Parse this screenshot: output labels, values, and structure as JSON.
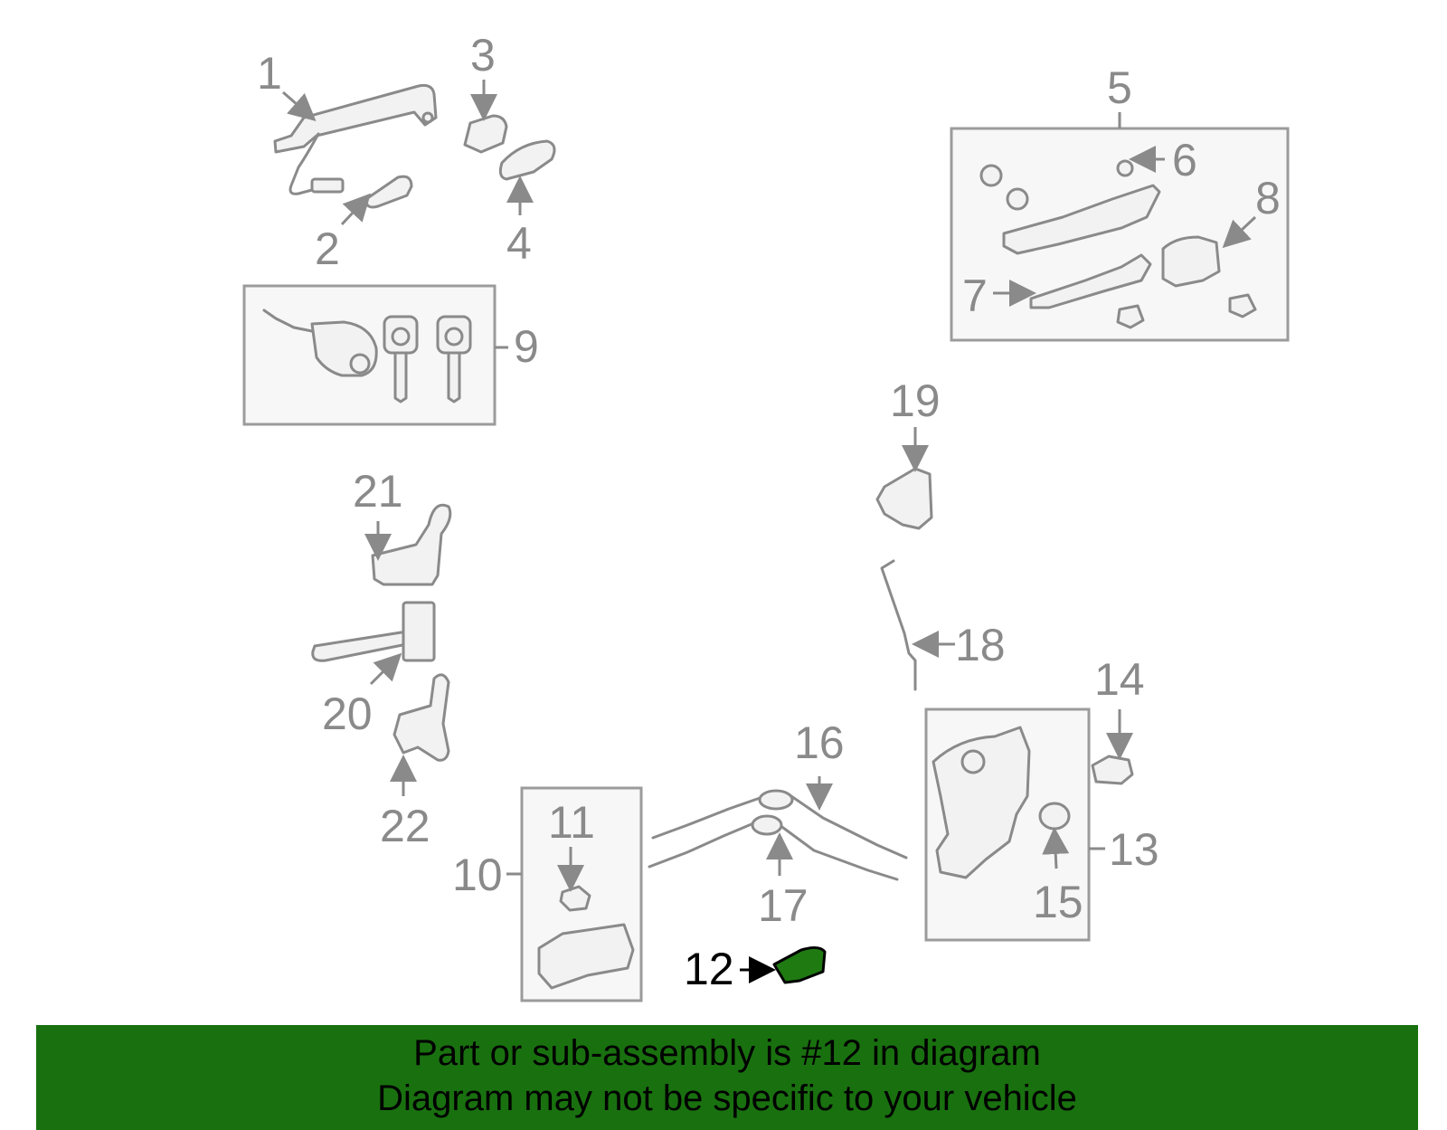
{
  "callouts": {
    "n1": "1",
    "n2": "2",
    "n3": "3",
    "n4": "4",
    "n5": "5",
    "n6": "6",
    "n7": "7",
    "n8": "8",
    "n9": "9",
    "n10": "10",
    "n11": "11",
    "n12": "12",
    "n13": "13",
    "n14": "14",
    "n15": "15",
    "n16": "16",
    "n17": "17",
    "n18": "18",
    "n19": "19",
    "n20": "20",
    "n21": "21",
    "n22": "22"
  },
  "highlight": {
    "part": "12",
    "color": "#1f7a12"
  },
  "banner": {
    "line1": "Part or sub-assembly is #12 in diagram",
    "line2": "Diagram may not be specific to your vehicle",
    "background": "#19700f"
  }
}
